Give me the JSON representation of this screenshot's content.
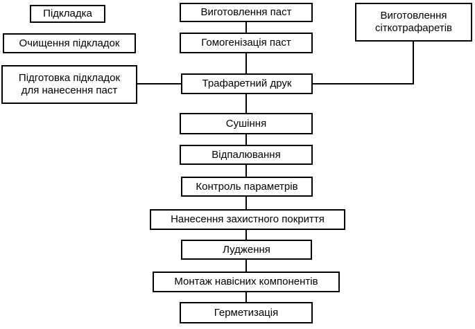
{
  "diagram": {
    "left_column": {
      "substrate": "Підкладка",
      "substrate_cleaning": "Очищення підкладок",
      "substrate_preparation": "Підготовка підкладок\nдля нанесення паст"
    },
    "right_column": {
      "stencil_manufacturing": "Виготовлення\nсіткотрафаретів"
    },
    "main_flow": [
      "Виготовлення паст",
      "Гомогенізація паст",
      "Трафаретний друк",
      "Сушіння",
      "Відпалювання",
      "Контроль параметрів",
      "Нанесення захистного покриття",
      "Лудження",
      "Монтаж навісних компонентів",
      "Герметизація"
    ]
  }
}
